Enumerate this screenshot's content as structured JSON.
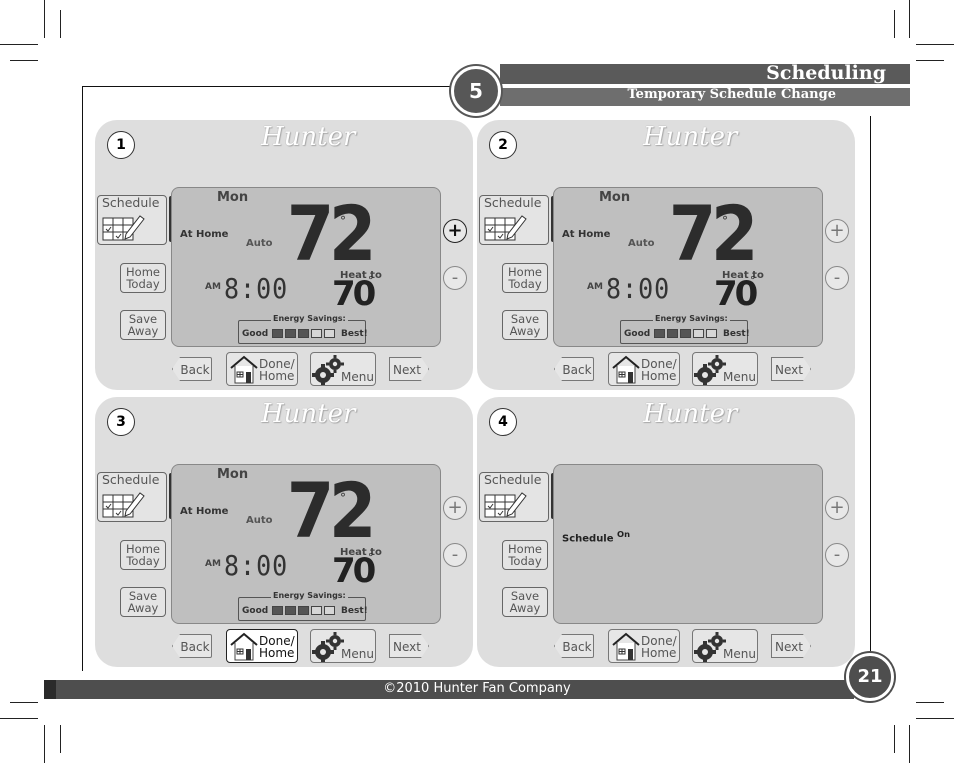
{
  "header": {
    "chapter": "5",
    "title": "Scheduling",
    "subtitle": "Temporary Schedule Change"
  },
  "footer": {
    "copyright": "©2010 Hunter Fan Company",
    "page": "21"
  },
  "common": {
    "logo": "Hunter",
    "schedule_label": "Schedule",
    "home_line1": "Home",
    "home_line2": "Today",
    "away_line1": "Save",
    "away_line2": "Away",
    "back_label": "Back",
    "next_label": "Next",
    "done_line1": "Done/",
    "done_line2": "Home",
    "menu_label": "Menu",
    "plus": "+",
    "minus": "-"
  },
  "display": {
    "day": "Mon",
    "mode": "At Home",
    "fan": "Auto",
    "ampm": "AM",
    "time": "8:00",
    "temp": "72",
    "deg": "°",
    "heat_label": "Heat to",
    "setpoint": "70",
    "energy_title": "Energy Savings:",
    "energy_good": "Good",
    "energy_best": "Best!",
    "energy_level": 3,
    "energy_segments": 5
  },
  "panels": [
    {
      "number": "1",
      "active": "plus"
    },
    {
      "number": "2",
      "active": "none"
    },
    {
      "number": "3",
      "active": "done"
    },
    {
      "number": "4",
      "active": "none",
      "schedule_status": "Schedule",
      "schedule_on": "On"
    }
  ]
}
